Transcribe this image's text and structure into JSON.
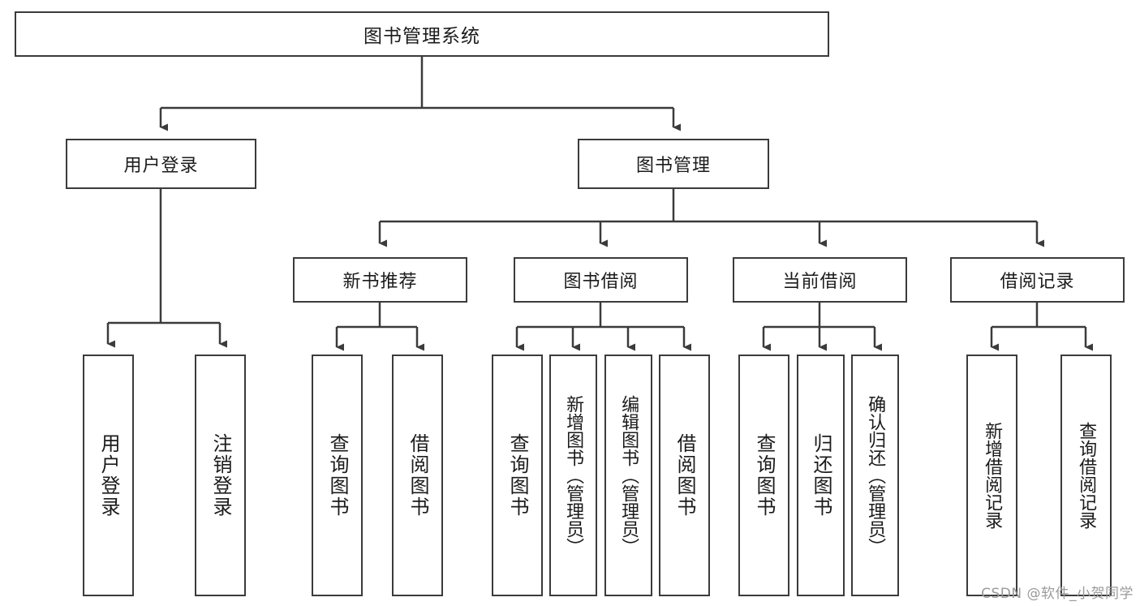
{
  "diagram": {
    "title": "图书管理系统",
    "type": "tree-hierarchy-diagram",
    "orientation": "top-down",
    "colors": {
      "box_border": "#3b3b3b",
      "box_fill": "#ffffff",
      "edge": "#3b3b3b",
      "text": "#1b1b1b",
      "watermark": "#9a9a9a",
      "canvas": "#ffffff"
    },
    "root": {
      "label": "图书管理系统"
    },
    "branches": [
      {
        "id": "user-login",
        "label": "用户登录",
        "children": [
          {
            "id": "user-login-do",
            "label": "用户登录"
          },
          {
            "id": "user-logout",
            "label": "注销登录"
          }
        ]
      },
      {
        "id": "book-management",
        "label": "图书管理",
        "children": [
          {
            "id": "new-book-recommend",
            "label": "新书推荐",
            "children": [
              {
                "id": "query-book-1",
                "label": "查询图书"
              },
              {
                "id": "borrow-book-1",
                "label": "借阅图书"
              }
            ]
          },
          {
            "id": "book-borrow",
            "label": "图书借阅",
            "children": [
              {
                "id": "query-book-2",
                "label": "查询图书"
              },
              {
                "id": "add-book-admin",
                "label": "新增图书（管理员）"
              },
              {
                "id": "edit-book-admin",
                "label": "编辑图书（管理员）"
              },
              {
                "id": "borrow-book-2",
                "label": "借阅图书"
              }
            ]
          },
          {
            "id": "current-borrow",
            "label": "当前借阅",
            "children": [
              {
                "id": "query-book-3",
                "label": "查询图书"
              },
              {
                "id": "return-book",
                "label": "归还图书"
              },
              {
                "id": "confirm-return-admin",
                "label": "确认归还（管理员）"
              }
            ]
          },
          {
            "id": "borrow-record",
            "label": "借阅记录",
            "children": [
              {
                "id": "add-borrow-record",
                "label": "新增借阅记录"
              },
              {
                "id": "query-borrow-record",
                "label": "查询借阅记录"
              }
            ]
          }
        ]
      }
    ]
  },
  "watermark": {
    "text": "CSDN @软件_小贺同学"
  }
}
